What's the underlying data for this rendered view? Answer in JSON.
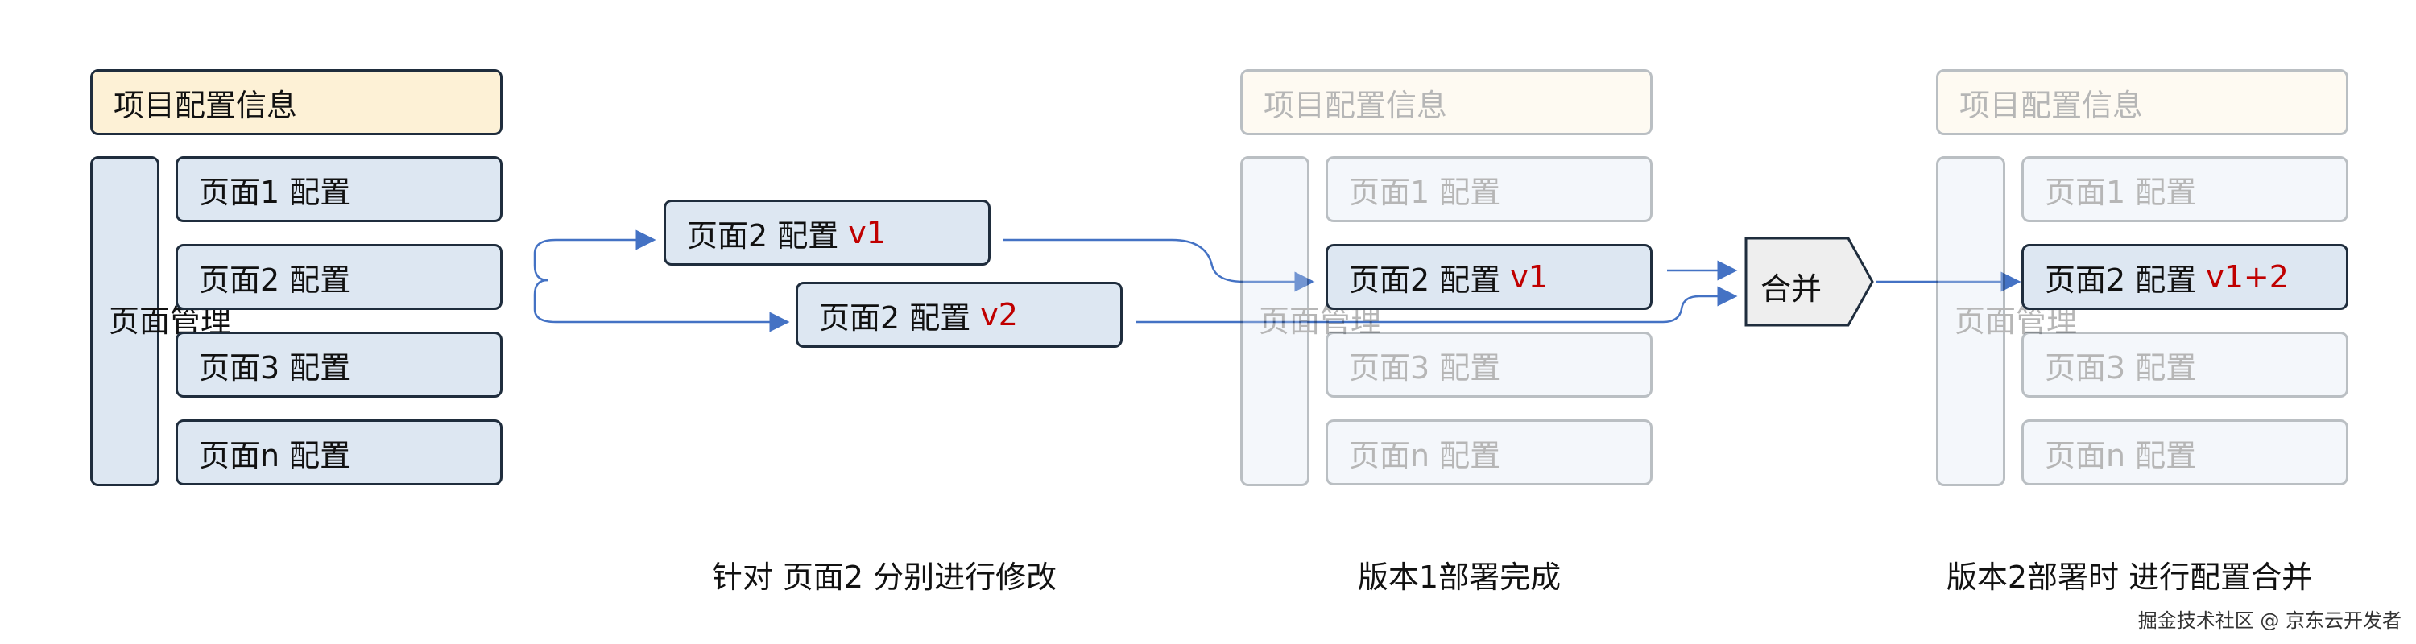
{
  "project_header": "项目配置信息",
  "page_manage": "页面管理",
  "pages": [
    "页面1 配置",
    "页面2 配置",
    "页面3 配置",
    "页面n 配置"
  ],
  "edit": {
    "v1_label": "页面2 配置",
    "v1_tag": "v1",
    "v2_label": "页面2 配置",
    "v2_tag": "v2"
  },
  "deploy1": {
    "page2_label": "页面2 配置",
    "page2_tag": "v1"
  },
  "merge_label": "合并",
  "deploy2": {
    "page2_label": "页面2 配置",
    "page2_tag": "v1+2"
  },
  "captions": {
    "edit": "针对 页面2 分别进行修改",
    "deploy1": "版本1部署完成",
    "deploy2": "版本2部署时 进行配置合并"
  },
  "watermark": "掘金技术社区 @ 京东云开发者",
  "colors": {
    "accent_red": "#c00000",
    "arrow_blue": "#4472c4",
    "box_fill": "#dde7f2",
    "header_fill": "#fdf1d6"
  }
}
